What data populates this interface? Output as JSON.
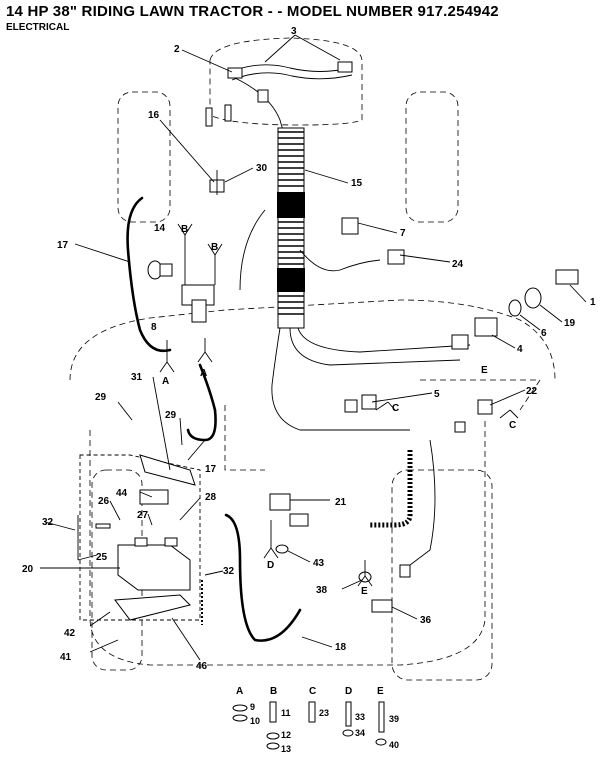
{
  "header": {
    "title": "14 HP 38\" RIDING LAWN TRACTOR - - MODEL NUMBER 917.254942",
    "section": "ELECTRICAL"
  },
  "callouts": {
    "c1": "1",
    "c2": "2",
    "c3": "3",
    "c4": "4",
    "c5": "5",
    "c6": "6",
    "c7": "7",
    "c8": "8",
    "c14": "14",
    "c15": "15",
    "c16": "16",
    "c17a": "17",
    "c17b": "17",
    "c18": "18",
    "c19": "19",
    "c20": "20",
    "c21": "21",
    "c22": "22",
    "c24": "24",
    "c25": "25",
    "c26": "26",
    "c27": "27",
    "c28": "28",
    "c29a": "29",
    "c29b": "29",
    "c30": "30",
    "c31": "31",
    "c32a": "32",
    "c32b": "32",
    "c36": "36",
    "c38": "38",
    "c41": "41",
    "c42": "42",
    "c43": "43",
    "c44": "44",
    "c46": "46",
    "refA1": "A",
    "refA2": "A",
    "refB1": "B",
    "refB2": "B",
    "refC1": "C",
    "refC2": "C",
    "refD": "D",
    "refE1": "E",
    "refE2": "E"
  },
  "hardware_key": [
    {
      "letter": "A",
      "parts": [
        "9",
        "10"
      ]
    },
    {
      "letter": "B",
      "parts": [
        "11",
        "12",
        "13"
      ]
    },
    {
      "letter": "C",
      "parts": [
        "23"
      ]
    },
    {
      "letter": "D",
      "parts": [
        "33",
        "34"
      ]
    },
    {
      "letter": "E",
      "parts": [
        "39",
        "40"
      ]
    }
  ]
}
